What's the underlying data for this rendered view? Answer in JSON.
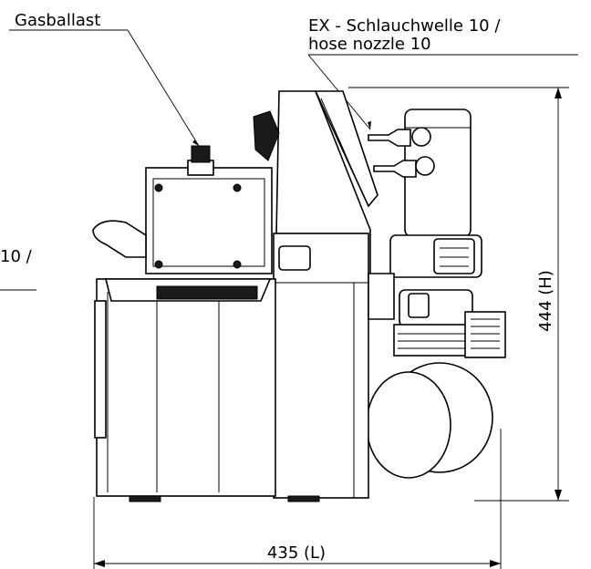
{
  "labels": {
    "gas_ballast": "Gasballast",
    "ex_hose_nozzle_line1": "EX - Schlauchwelle 10 /",
    "ex_hose_nozzle_line2": "hose nozzle 10",
    "left_cut_label": "10 /"
  },
  "dimensions": {
    "height_label": "444 (H)",
    "length_label": "435 (L)"
  }
}
